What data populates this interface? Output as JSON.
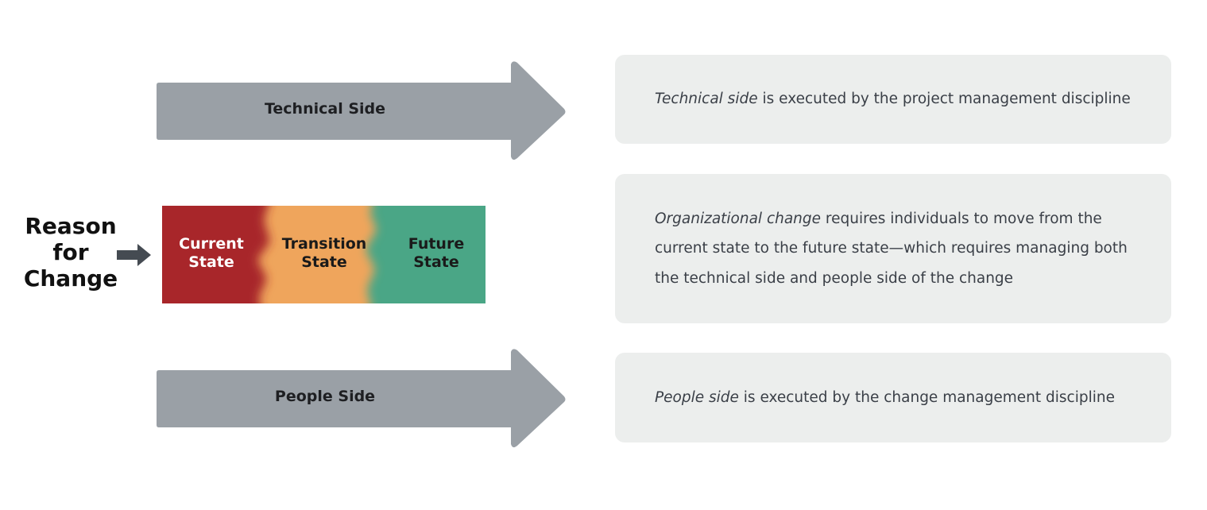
{
  "reason": {
    "line1": "Reason",
    "line2": "for",
    "line3": "Change"
  },
  "arrows": {
    "technical_label": "Technical Side",
    "people_label": "People Side",
    "arrow_color": "#9aa0a6",
    "small_arrow_color": "#454b52"
  },
  "states": {
    "current_line1": "Current",
    "current_line2": "State",
    "transition_line1": "Transition",
    "transition_line2": "State",
    "future_line1": "Future",
    "future_line2": "State",
    "colors": {
      "current": "#a8282b",
      "transition": "#efa55c",
      "future": "#4aa686"
    }
  },
  "boxes": {
    "technical": {
      "em": "Technical side",
      "rest": " is executed by the project management discipline"
    },
    "org": {
      "em": "Organizational change",
      "rest": " requires individuals to move from the current state to the future state—which requires managing both the technical side and people side of the change"
    },
    "people": {
      "em": "People side",
      "rest": " is executed by the change management discipline"
    }
  }
}
